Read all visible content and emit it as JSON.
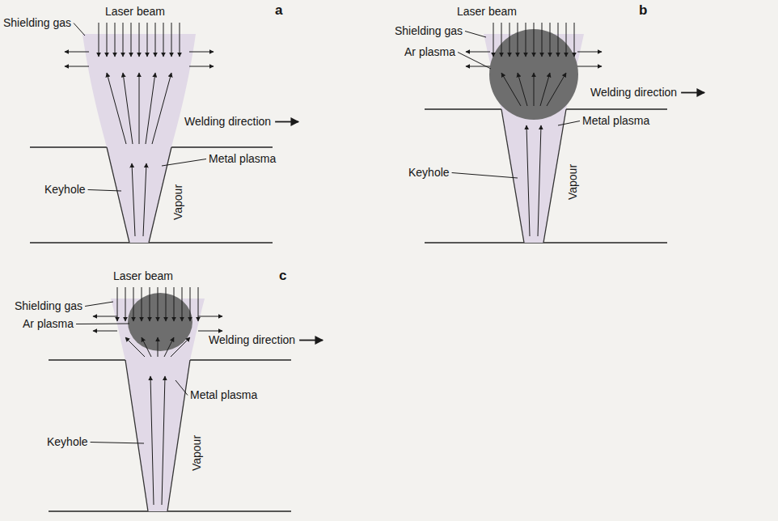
{
  "diagram": {
    "labels": [
      "a",
      "Laser beam",
      "Shielding gas",
      "Welding direction",
      "Metal plasma",
      "Keyhole",
      "Vapour",
      "b",
      "Laser beam",
      "Shielding gas",
      "Ar plasma",
      "Welding direction",
      "Metal plasma",
      "Keyhole",
      "Vapour",
      "c",
      "Laser beam",
      "Shielding gas",
      "Ar plasma",
      "Welding direction",
      "Metal plasma",
      "Keyhole",
      "Vapour"
    ]
  }
}
